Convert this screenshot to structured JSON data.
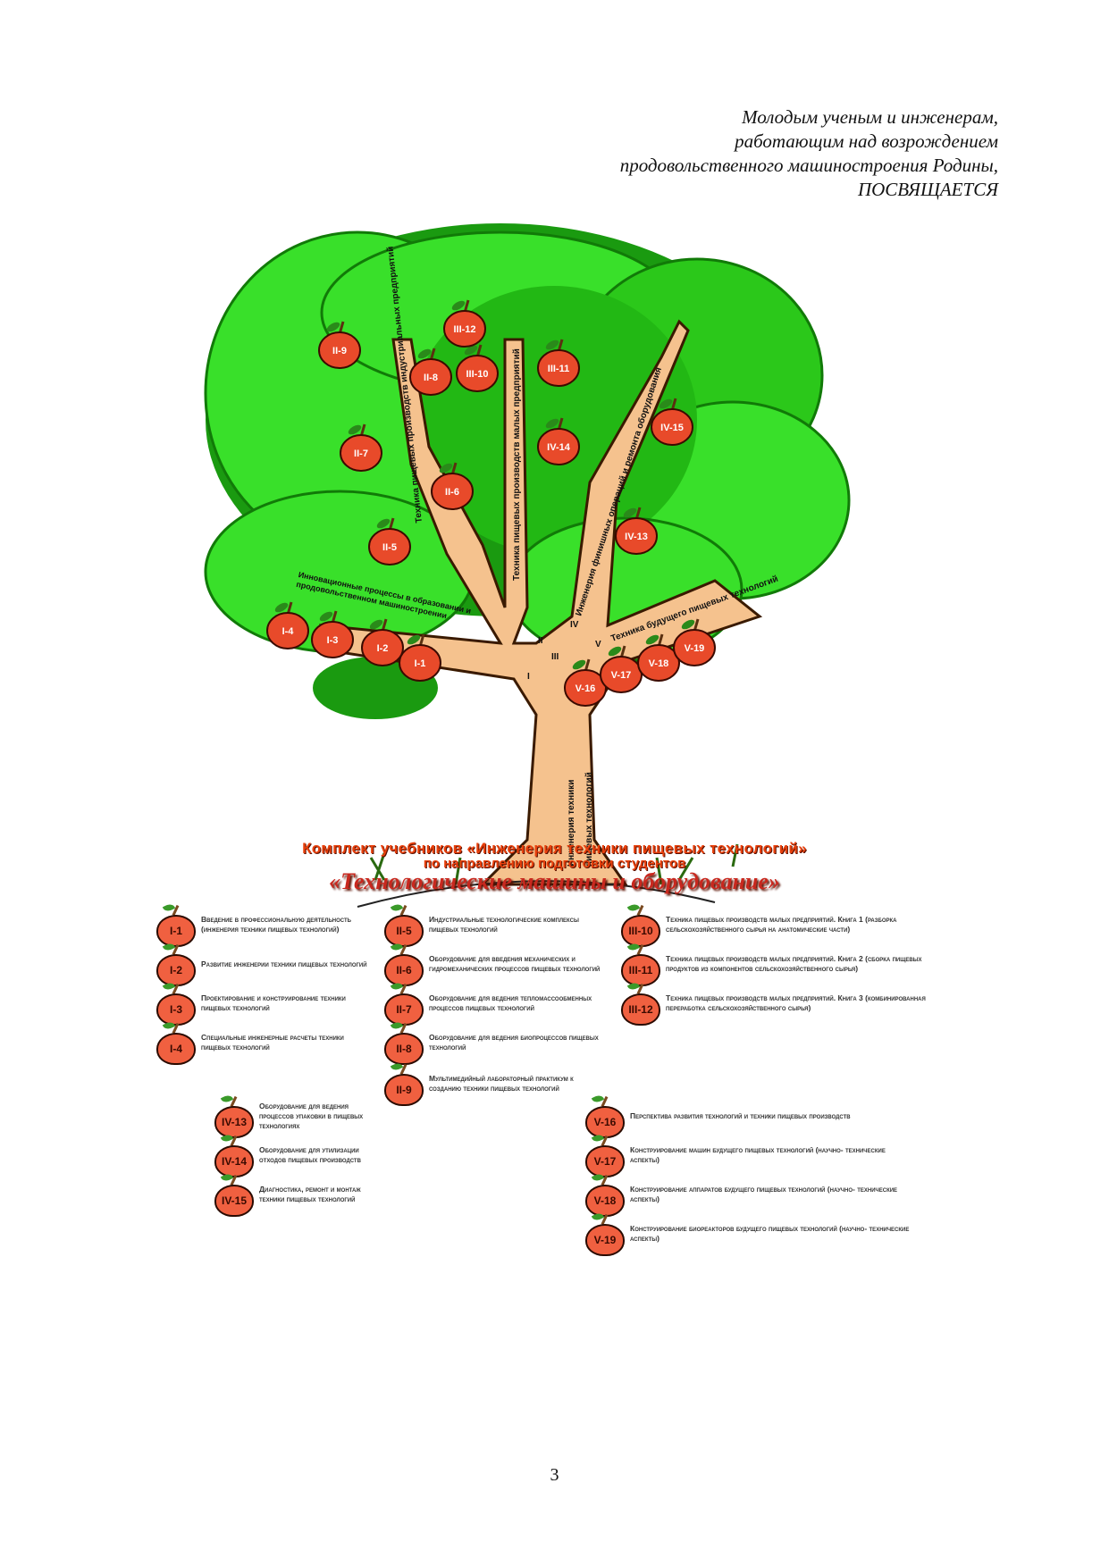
{
  "dedication": {
    "lines": [
      "Молодым ученым и инженерам,",
      "работающим над возрождением",
      "продовольственного машиностроения Родины,",
      "ПОСВЯЩАЕТСЯ"
    ]
  },
  "tree": {
    "trunk_label_1": "Инженерия техники",
    "trunk_label_2": "пищевых технологий",
    "branches": [
      {
        "num": "I",
        "label": "Инновационные процессы в образовании и продовольственном машиностроении"
      },
      {
        "num": "II",
        "label": "Техника пищевых производств индустриальных предприятий"
      },
      {
        "num": "III",
        "label": "Техника пищевых производств малых предприятий"
      },
      {
        "num": "IV",
        "label": "Инженерия финишных операций и ремонта оборудования"
      },
      {
        "num": "V",
        "label": "Техника будущего пищевых технологий"
      }
    ],
    "apples": [
      "I-1",
      "I-2",
      "I-3",
      "I-4",
      "II-5",
      "II-6",
      "II-7",
      "II-8",
      "II-9",
      "III-10",
      "III-11",
      "III-12",
      "IV-13",
      "IV-14",
      "IV-15",
      "V-16",
      "V-17",
      "V-18",
      "V-19"
    ]
  },
  "title": {
    "line1": "Комплект учебников «Инженерия техники пищевых технологий»",
    "line2": "по направлению подготовки студентов",
    "line3": "«Технологические машины и оборудование»"
  },
  "legend": [
    {
      "id": "I-1",
      "text": "Введение в профессиональную деятельность (инженерия техники пищевых технологий)"
    },
    {
      "id": "I-2",
      "text": "Развитие инженерии техники пищевых технологий"
    },
    {
      "id": "I-3",
      "text": "Проектирование и конструирование техники пищевых технологий"
    },
    {
      "id": "I-4",
      "text": "Специальные инженерные расчеты техники пищевых технологий"
    },
    {
      "id": "II-5",
      "text": "Индустриальные технологические комплексы пищевых технологий"
    },
    {
      "id": "II-6",
      "text": "Оборудование для введения механических и гидромеханических процессов пищевых технологий"
    },
    {
      "id": "II-7",
      "text": "Оборудование для ведения тепломассообменных процессов пищевых технологий"
    },
    {
      "id": "II-8",
      "text": "Оборудование для ведения биопроцессов пищевых технологий"
    },
    {
      "id": "II-9",
      "text": "Мультимедийный лабораторный практикум к созданию техники пищевых технологий"
    },
    {
      "id": "III-10",
      "text": "Техника пищевых производств малых предприятий. Книга 1 (разборка сельскохозяйственного сырья на анатомические части)"
    },
    {
      "id": "III-11",
      "text": "Техника пищевых производств малых предприятий. Книга 2 (сборка пищевых продуктов из компонентов сельскохозяйственного сырья)"
    },
    {
      "id": "III-12",
      "text": "Техника пищевых производств малых предприятий. Книга 3 (комбинированная переработка сельскохозяйственного сырья)"
    },
    {
      "id": "IV-13",
      "text": "Оборудование для ведения процессов упаковки в пищевых технологиях"
    },
    {
      "id": "IV-14",
      "text": "Оборудование для утилизации отходов пищевых производств"
    },
    {
      "id": "IV-15",
      "text": "Диагностика, ремонт и монтаж техники пищевых технологий"
    },
    {
      "id": "V-16",
      "text": "Перспектива развития технологий и техники пищевых производств"
    },
    {
      "id": "V-17",
      "text": "Конструирование машин будущего пищевых технологий (научно- технические аспекты)"
    },
    {
      "id": "V-18",
      "text": "Конструирование аппаратов будущего пищевых технологий (научно- технические аспекты)"
    },
    {
      "id": "V-19",
      "text": "Конструирование биореакторов будущего пищевых технологий (научно- технические аспекты)"
    }
  ],
  "page_number": "3",
  "colors": {
    "foliage": "#33dd22",
    "foliage_dark": "#1a9a10",
    "trunk": "#f5c28e",
    "apple": "#e84a2a",
    "title": "#e8400c"
  }
}
